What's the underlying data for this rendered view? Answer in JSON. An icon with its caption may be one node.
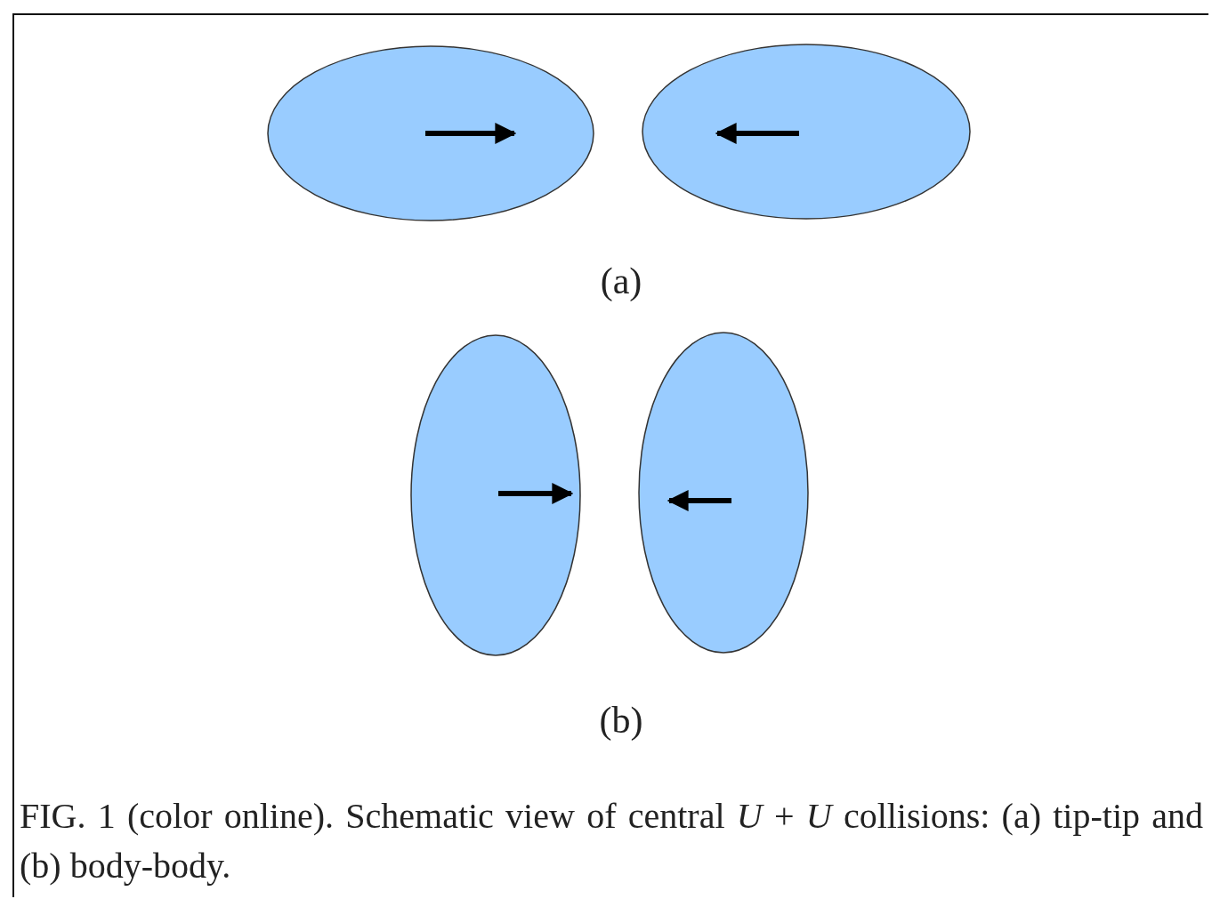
{
  "diagram": {
    "caption": "FIG. 1 (color online).   Schematic view of central *U* + *U* collisions: (a) tip-tip and (b) body-body.",
    "labels": [
      "(a)",
      "(b)"
    ]
  }
}
